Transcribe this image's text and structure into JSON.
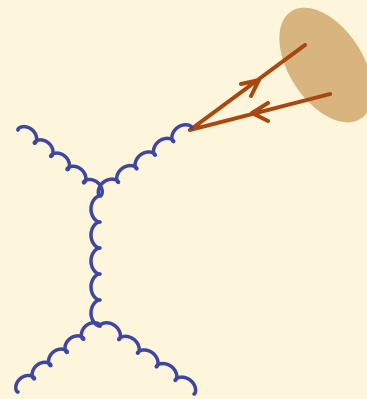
{
  "diagram": {
    "background_color": "#fdf6dc",
    "gluon_color": "#3f46a0",
    "quark_color": "#a9470f",
    "blob_color": "#d8b57f",
    "vertices": [
      "upper-vertex",
      "lower-vertex",
      "quark-gluon-vertex"
    ],
    "gluon_lines": [
      {
        "name": "gluon-upper-left"
      },
      {
        "name": "gluon-upper-right"
      },
      {
        "name": "gluon-t-channel"
      },
      {
        "name": "gluon-lower-left"
      },
      {
        "name": "gluon-lower-right"
      }
    ],
    "quark_lines": [
      {
        "name": "quark-line-outgoing",
        "arrow": "forward"
      },
      {
        "name": "antiquark-line-incoming",
        "arrow": "backward"
      }
    ],
    "hadron_blob": {
      "name": "hadron-blob"
    }
  }
}
